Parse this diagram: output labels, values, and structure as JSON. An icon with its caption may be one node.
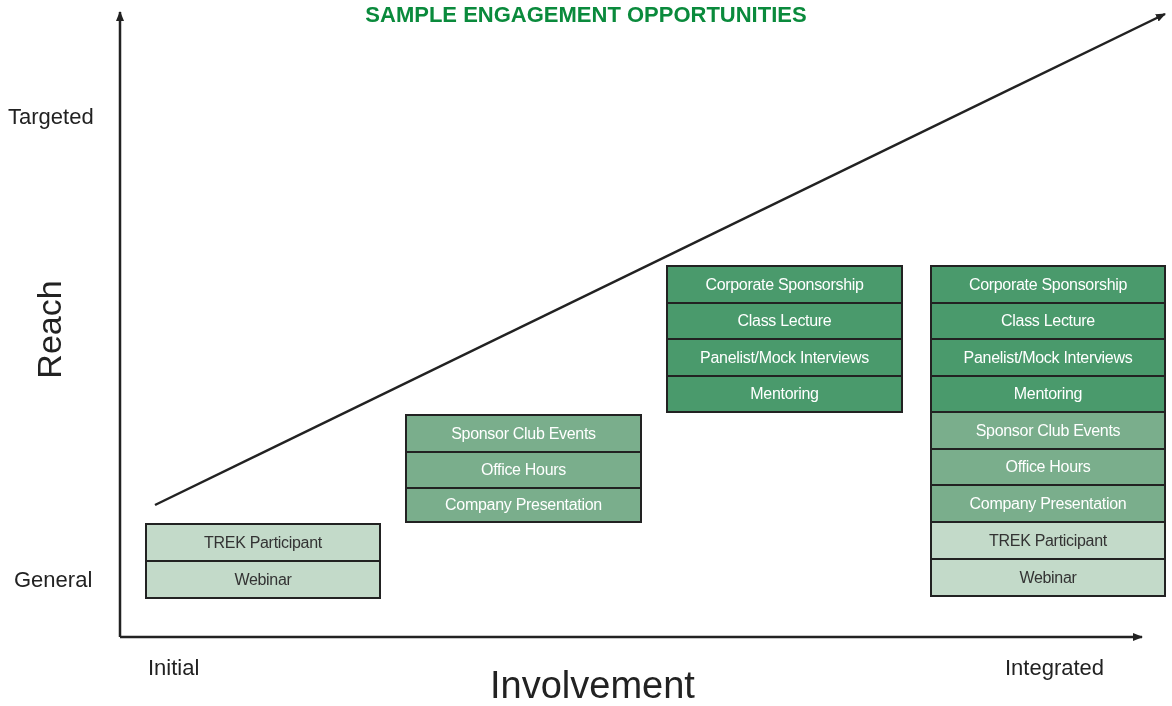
{
  "diagram": {
    "title": "SAMPLE ENGAGEMENT OPPORTUNITIES",
    "nodes": [
      {
        "text": [
          "TREK Participant"
        ]
      },
      {
        "text": [
          "Webinar"
        ]
      },
      {
        "text": [
          "Sponsor Club Events"
        ]
      },
      {
        "text": [
          "Office Hours"
        ]
      },
      {
        "text": [
          "Company Presentation"
        ]
      },
      {
        "text": [
          "Corporate Sponsorship"
        ]
      },
      {
        "text": [
          "Class Lecture"
        ]
      },
      {
        "text": [
          "Panelist/Mock Interviews"
        ]
      },
      {
        "text": [
          "Mentoring"
        ]
      },
      {
        "text": [
          "Corporate Sponsorship"
        ]
      },
      {
        "text": [
          "Class Lecture"
        ]
      },
      {
        "text": [
          "Panelist/Mock Interviews"
        ]
      },
      {
        "text": [
          "Mentoring"
        ]
      },
      {
        "text": [
          "Sponsor Club Events"
        ]
      },
      {
        "text": [
          "Office Hours"
        ]
      },
      {
        "text": [
          "Company Presentation"
        ]
      },
      {
        "text": [
          "TREK Participant"
        ]
      },
      {
        "text": [
          "Webinar"
        ]
      }
    ],
    "edges": [],
    "labels": [
      "Targeted",
      "Reach",
      "General",
      "Initial",
      "Involvement",
      "Integrated"
    ]
  }
}
